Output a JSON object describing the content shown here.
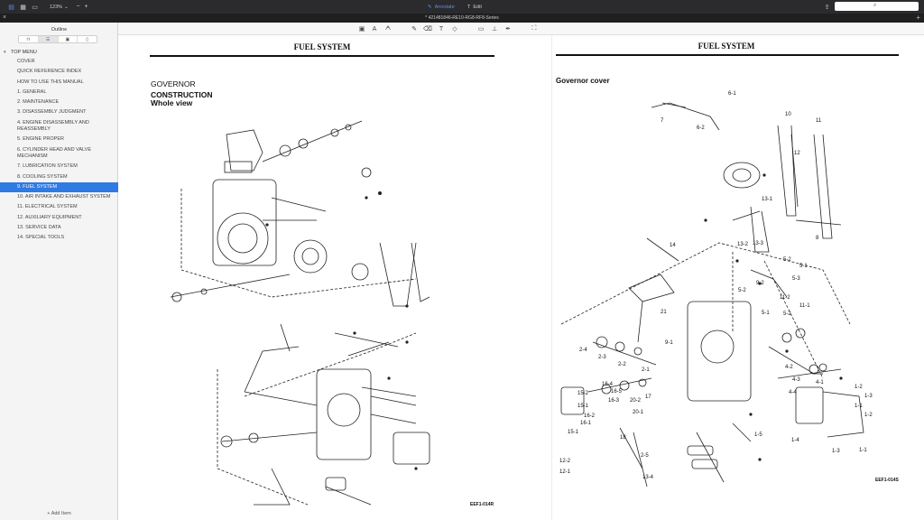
{
  "toolbar": {
    "zoom": "123%",
    "annotate_label": "Annotate",
    "edit_label": "Edit"
  },
  "document": {
    "title": "* 421481846-RE10-RG8-RF8-Series"
  },
  "sidebar": {
    "title": "Outline",
    "root": "TOP MENU",
    "items": [
      "COVER",
      "QUICK REFERENCE INDEX",
      "HOW TO USE THIS MANUAL",
      "1. GENERAL",
      "2. MAINTENANCE",
      "3. DISASSEMBLY JUDGMENT",
      "4. ENGINE DISASSEMBLY AND REASSEMBLY",
      "5. ENGINE PROPER",
      "6. CYLINDER HEAD AND VALVE MECHANISM",
      "7. LUBRICATION SYSTEM",
      "8. COOLING SYSTEM",
      "9. FUEL SYSTEM",
      "10. AIR INTAKE AND EXHAUST SYSTEM",
      "11. ELECTRICAL SYSTEM",
      "12. AUXILIARY EQUIPMENT",
      "13. SERVICE DATA",
      "14. SPECIAL TOOLS"
    ],
    "selected_index": 11,
    "add_item": "+ Add Item"
  },
  "left_page": {
    "header": "FUEL SYSTEM",
    "heading1": "GOVERNOR",
    "heading2": "CONSTRUCTION",
    "heading3": "Whole view",
    "figure_code": "EEF1-014R"
  },
  "right_page": {
    "header": "FUEL SYSTEM",
    "heading": "Governor cover",
    "figure_code": "EEF1-014S",
    "callouts": [
      "6-1",
      "7",
      "6-2",
      "10",
      "11",
      "12",
      "13-1",
      "13-2",
      "13-3",
      "8",
      "14",
      "5-2",
      "5-1",
      "5-3",
      "5-2",
      "9-2",
      "11-2",
      "11-1",
      "5-1",
      "5-2",
      "21",
      "9-1",
      "2-4",
      "2-3",
      "2-2",
      "2-1",
      "4-2",
      "4-3",
      "4-4",
      "4-1",
      "1-2",
      "1-3",
      "1-1",
      "1-2",
      "15-2",
      "15-1",
      "16-4",
      "16-5",
      "16-3",
      "16-2",
      "16-1",
      "20-2",
      "20-1",
      "17",
      "18",
      "15-1",
      "12-2",
      "12-1",
      "2-5",
      "13-4",
      "1-5",
      "1-4",
      "1-3",
      "1-1"
    ]
  },
  "colors": {
    "accent": "#2f7ae3",
    "toolbar_bg": "#2b2b2d",
    "annotate_blue": "#5a8fe8"
  }
}
